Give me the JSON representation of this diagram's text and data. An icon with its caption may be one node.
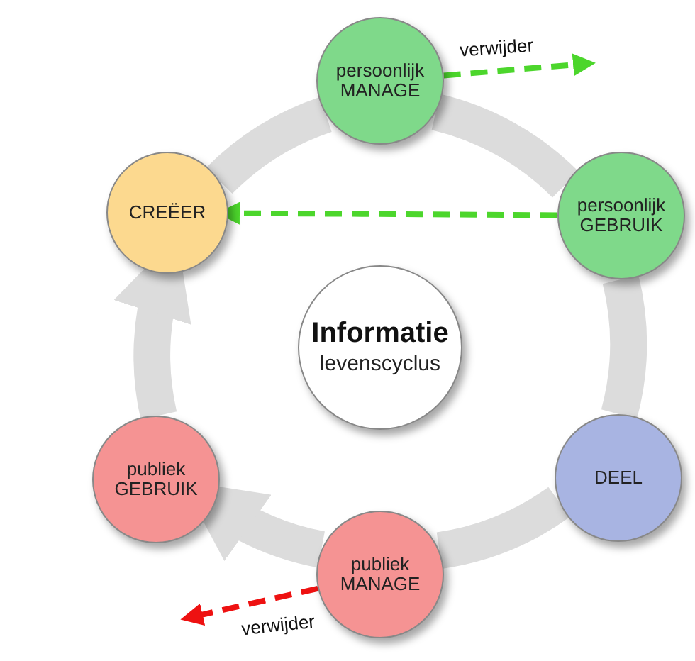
{
  "diagram": {
    "nodes": [
      {
        "text": [
          "Informatie",
          "levenscyclus"
        ]
      },
      {
        "text": [
          "CREËER"
        ]
      },
      {
        "text": [
          "persoonlijk MANAGE"
        ]
      },
      {
        "text": [
          "persoonlijk GEBRUIK"
        ]
      },
      {
        "text": [
          "DEEL"
        ]
      },
      {
        "text": [
          "publiek MANAGE"
        ]
      },
      {
        "text": [
          "publiek GEBRUIK"
        ]
      }
    ],
    "edges": [
      {
        "from": 1,
        "to": 2,
        "arrow": "none"
      },
      {
        "from": 2,
        "to": 3,
        "arrow": "none"
      },
      {
        "from": 3,
        "to": 4,
        "arrow": "none"
      },
      {
        "from": 4,
        "to": 5,
        "arrow": "none"
      },
      {
        "from": 5,
        "to": 6,
        "arrow": "to"
      },
      {
        "from": 6,
        "to": 1,
        "arrow": "to"
      },
      {
        "from": 3,
        "to": 1,
        "arrow": "to",
        "style": "dashed",
        "color": "#4cd62c"
      },
      {
        "from": 2,
        "to": null,
        "arrow": "to",
        "style": "dashed",
        "color": "#4cd62c",
        "label": "verwijder"
      },
      {
        "from": 5,
        "to": null,
        "arrow": "to",
        "style": "dashed",
        "color": "#ee1111",
        "label": "verwijder"
      }
    ]
  }
}
